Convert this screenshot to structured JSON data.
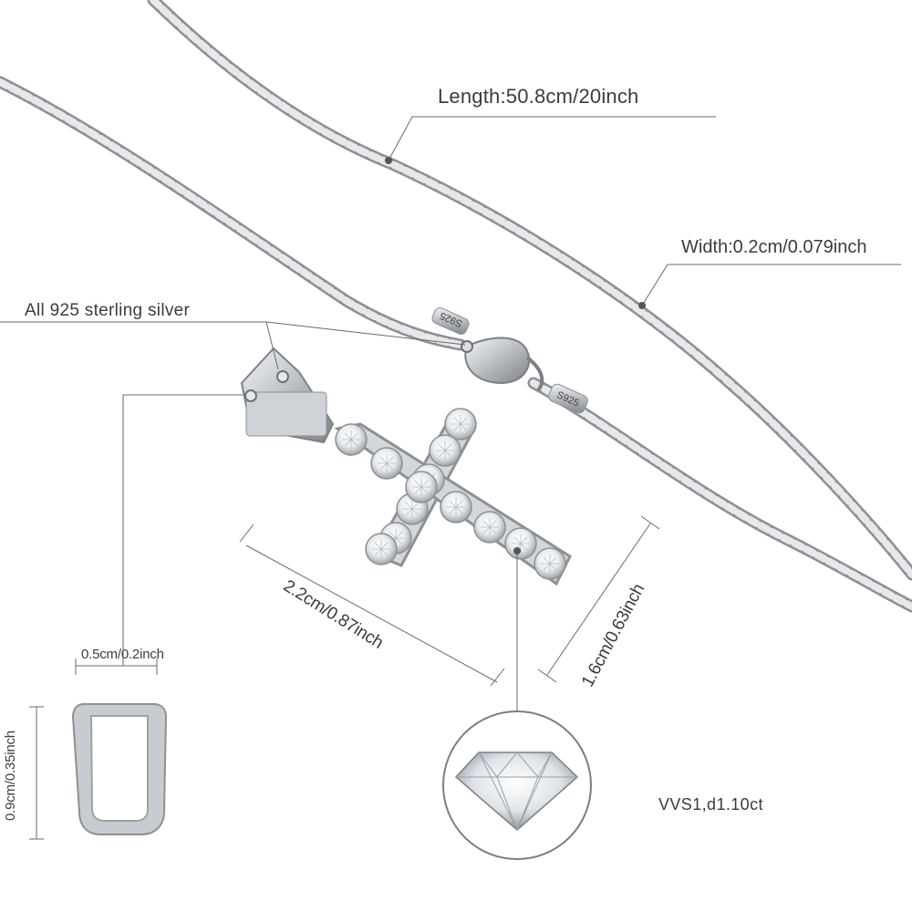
{
  "product_image": {
    "specs": {
      "length": "Length:50.8cm/20inch",
      "width": "Width:0.2cm/0.079inch",
      "material": "All 925 sterling silver",
      "bail_width": "0.5cm/0.2inch",
      "bail_height": "0.9cm/0.35inch",
      "cross_width": "2.2cm/0.87inch",
      "cross_height": "1.6cm/0.63inch",
      "stone_grade": "VVS1,d1.10ct"
    },
    "stamps": {
      "chain_stamp_1": "S925",
      "chain_stamp_2": "S925"
    },
    "colors": {
      "silver": "#c9ccd0",
      "silver_dark": "#8d9095",
      "annotation_line": "#6a6a6a",
      "text": "#3c3c3c"
    }
  }
}
